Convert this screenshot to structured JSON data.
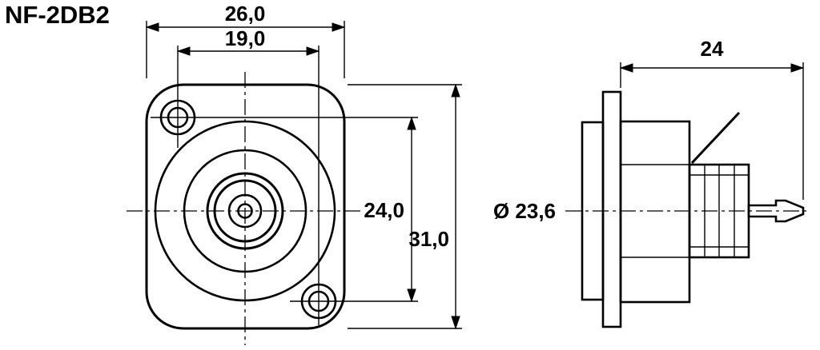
{
  "title": "NF-2DB2",
  "front_view": {
    "width": "26,0",
    "hole_spacing_h": "19,0",
    "hole_spacing_v": "24,0",
    "height": "31,0"
  },
  "side_view": {
    "depth": "24",
    "diameter": "Ø 23,6"
  },
  "colors": {
    "line": "#000000",
    "background": "#ffffff"
  }
}
